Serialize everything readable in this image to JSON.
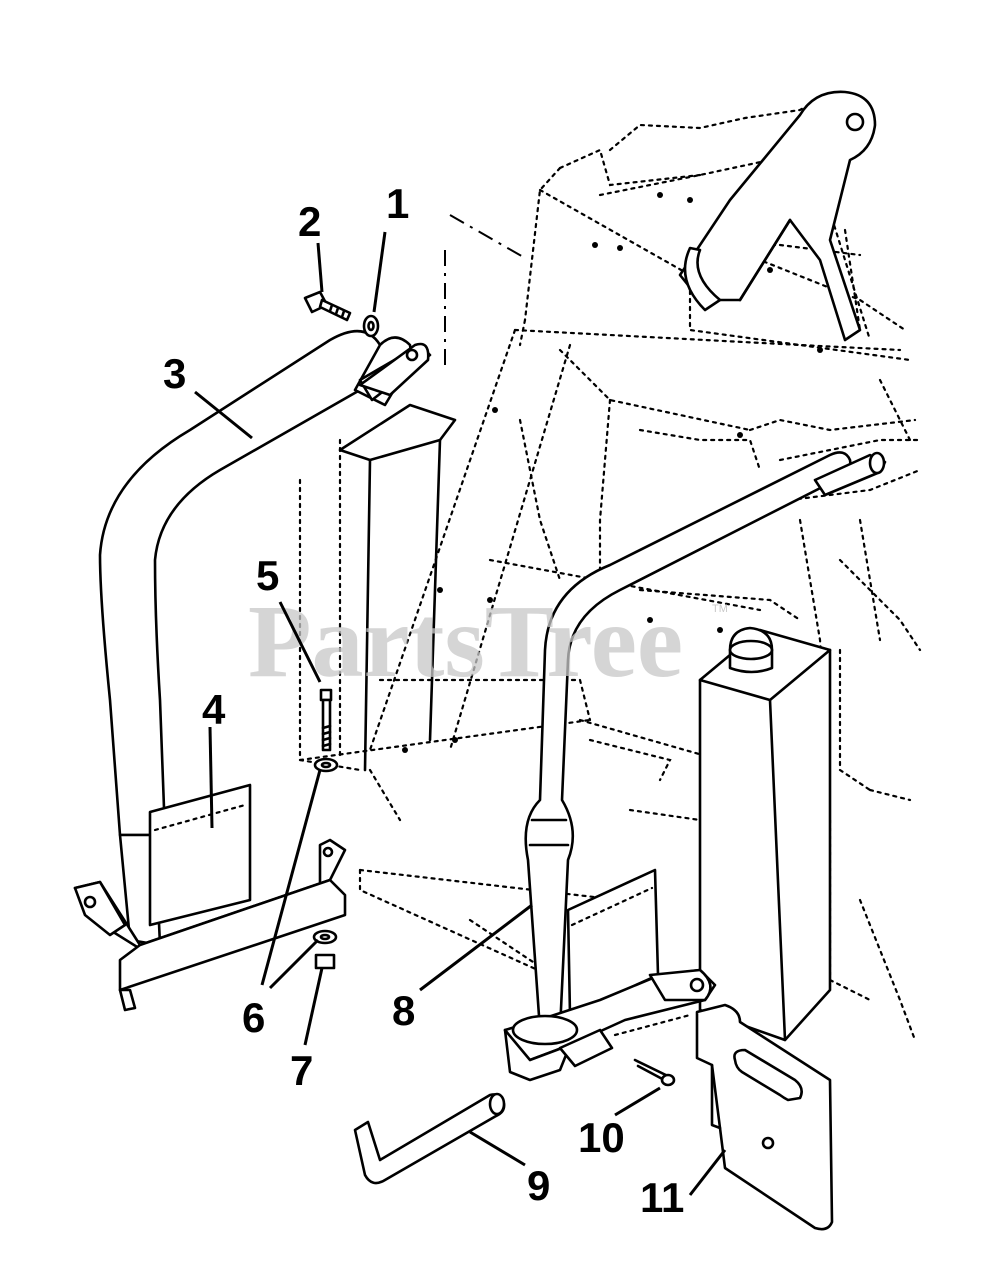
{
  "watermark": "PartsTree",
  "trademark": "TM",
  "callouts": {
    "c1": "1",
    "c2": "2",
    "c3": "3",
    "c4": "4",
    "c5": "5",
    "c6": "6",
    "c7": "7",
    "c8": "8",
    "c9": "9",
    "c10": "10",
    "c11": "11"
  }
}
